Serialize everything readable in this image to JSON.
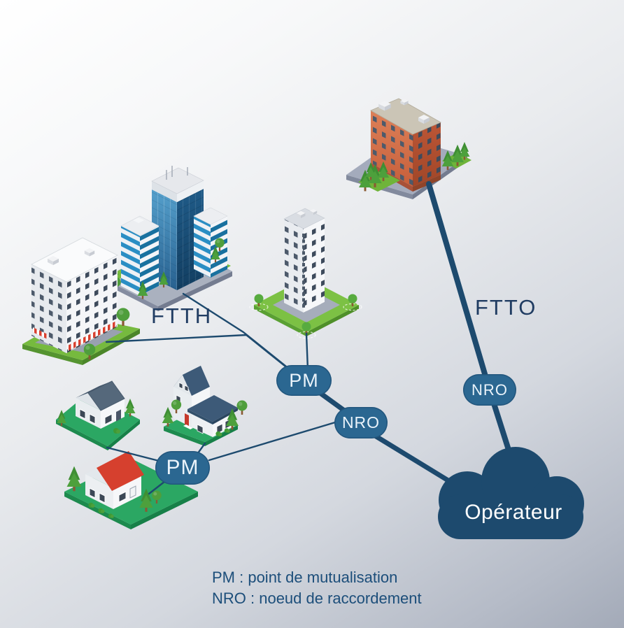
{
  "diagram": {
    "labels": {
      "ftth": "FTTH",
      "ftto": "FTTO"
    },
    "nodes": {
      "pm_top": "PM",
      "nro_mid": "NRO",
      "nro_right": "NRO",
      "pm_bottom": "PM"
    },
    "cloud": {
      "label": "Opérateur"
    },
    "legend": {
      "pm": "PM : point de mutualisation",
      "nro": "NRO : noeud de raccordement"
    },
    "colors": {
      "link": "#1d4a6e",
      "node_pill": "#2b6791",
      "cloud": "#1d4a6e",
      "network_label": "#203c62",
      "legend_text": "#1c4e7a",
      "background_start": "#ffffff",
      "background_end": "#a3aab8"
    },
    "illustrations": [
      "office-towers",
      "apartment-building-awning",
      "residential-tower",
      "orange-office-building",
      "house-gray-roof",
      "house-navy-roof",
      "house-red-roof",
      "operator-cloud"
    ]
  }
}
